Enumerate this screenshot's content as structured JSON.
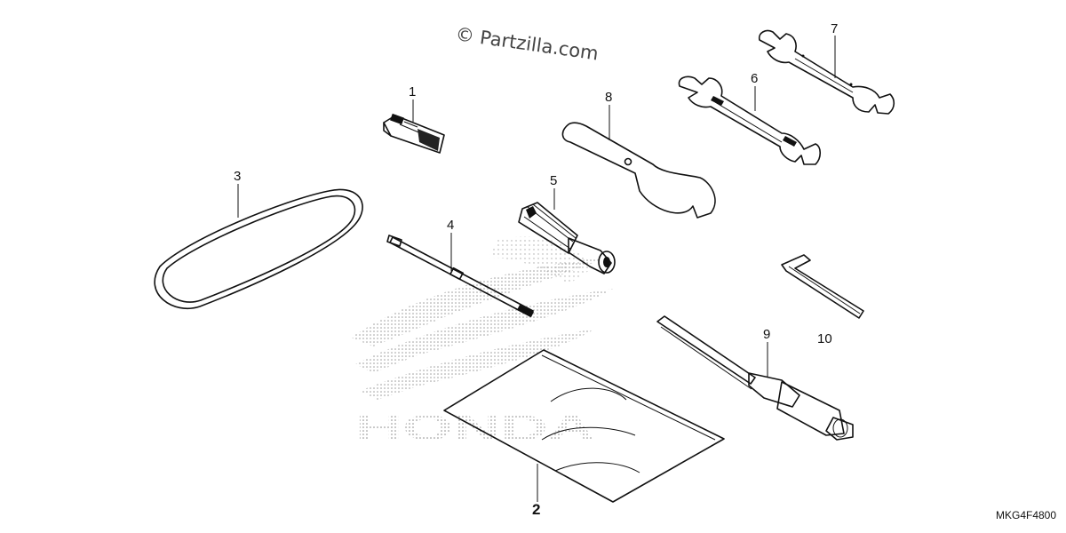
{
  "watermark": {
    "copyright": "© Partzilla.com",
    "brand_stipple": "HONDA"
  },
  "callouts": [
    "1",
    "2",
    "3",
    "4",
    "5",
    "6",
    "7",
    "8",
    "9",
    "10"
  ],
  "diagram_code": "MKG4F4800"
}
